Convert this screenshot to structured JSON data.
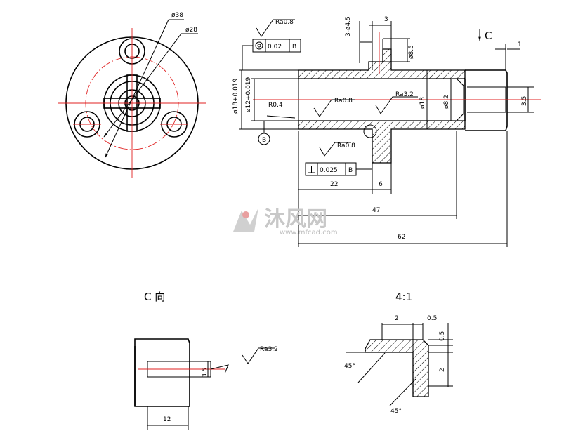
{
  "dims": {
    "d38": "ø38",
    "d28": "ø28",
    "holes": "3-ø4.5",
    "w3": "3",
    "d8_5": "ø8.5",
    "c_dir": "C",
    "w1": "1",
    "d18_tol": "ø18+0.019",
    "d12_tol": "ø12+0.019",
    "d18": "ø18",
    "d8_2": "ø8.2",
    "h3_5": "3.5",
    "r0_4": "R0.4",
    "len22": "22",
    "len6": "6",
    "len47": "47",
    "len62": "62"
  },
  "roughness": {
    "top": "Ra0.8",
    "bore": "Ra0.8",
    "bore2": "Ra3.2",
    "flange": "Ra0.8",
    "slot": "Ra3.2"
  },
  "tolerances": {
    "coax_val": "0.02",
    "coax_ref": "B",
    "perp_val": "0.025",
    "perp_ref": "B",
    "datum": "B"
  },
  "views": {
    "c_view_title": "C 向",
    "detail_scale": "4:1",
    "c_slot_w": "3.5",
    "c_len12": "12",
    "det_2a": "2",
    "det_0_5a": "0.5",
    "det_0_5b": "0.5",
    "det_2b": "2",
    "ang1": "45°",
    "ang2": "45°"
  },
  "watermark": {
    "brand": "沐风网",
    "url": "www.mfcad.com"
  }
}
